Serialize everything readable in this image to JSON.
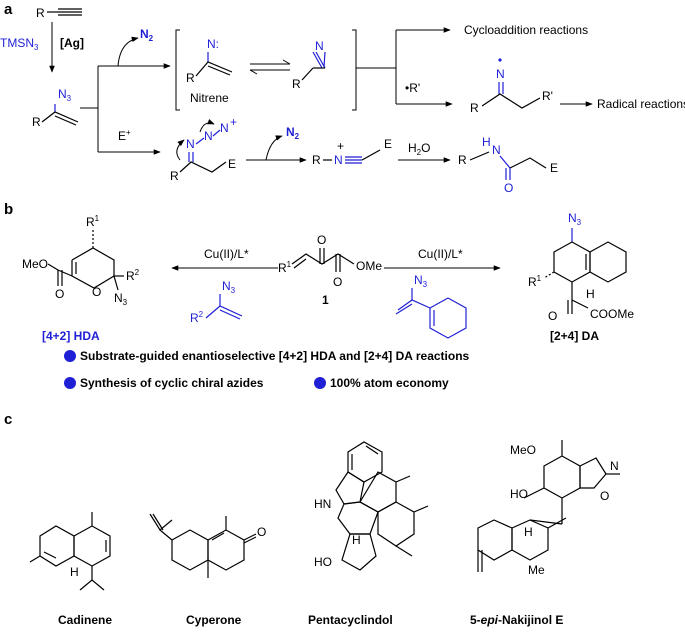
{
  "panel_a": {
    "label": "a",
    "alkyne_r": "R",
    "tmsn3": "TMSN",
    "tmsn3_sub": "3",
    "ag": "[Ag]",
    "vinyl_n3": "N",
    "vinyl_n3_sub": "3",
    "vinyl_r": "R",
    "n2_1": "N",
    "n2_1_sub": "2",
    "nitrene_n": "N:",
    "nitrene_r": "R",
    "nitrene_label": "Nitrene",
    "azirine_n": "N",
    "azirine_r": "R",
    "cycloaddition": "Cycloaddition reactions",
    "radical_rp": "•R'",
    "iminyl_n": "N",
    "iminyl_r": "R",
    "iminyl_rp": "R'",
    "radical_reactions": "Radical reactions",
    "eplus": "E",
    "eplus_sup": "+",
    "int_n": "N",
    "int_n2": "N",
    "int_n3": "N",
    "int_plus": "+",
    "int_r": "R",
    "int_e": "E",
    "n2_2": "N",
    "n2_2_sub": "2",
    "nitrilium_r": "R",
    "nitrilium_n": "N",
    "nitrilium_plus": "+",
    "nitrilium_e": "E",
    "h2o": "H",
    "h2o_sub": "2",
    "h2o_o": "O",
    "amide_h": "H",
    "amide_n": "N",
    "amide_r": "R",
    "amide_o": "O",
    "amide_e": "E"
  },
  "panel_b": {
    "label": "b",
    "left_r1": "R",
    "left_r1_sup": "1",
    "left_meo": "MeO",
    "left_o_ring": "O",
    "left_r2": "R",
    "left_r2_sup": "2",
    "left_n3": "N",
    "left_n3_sub": "3",
    "left_o_carbonyl": "O",
    "cond_left": "Cu(II)/L*",
    "reag_left_n3": "N",
    "reag_left_n3_sub": "3",
    "reag_left_r2": "R",
    "reag_left_r2_sup": "2",
    "center_r1": "R",
    "center_r1_sup": "1",
    "center_o1": "O",
    "center_ome": "OMe",
    "center_o2": "O",
    "center_num": "1",
    "cond_right": "Cu(II)/L*",
    "reag_right_n3": "N",
    "reag_right_n3_sub": "3",
    "right_n3": "N",
    "right_n3_sub": "3",
    "right_r1": "R",
    "right_r1_sup": "1",
    "right_h": "H",
    "right_o": "O",
    "right_coome": "COOMe",
    "hda": "[4+2] HDA",
    "da": "[2+4] DA",
    "bullets": [
      "Substrate-guided enantioselective [4+2] HDA and [2+4] DA reactions",
      "Synthesis of cyclic chiral azides",
      "100% atom economy"
    ]
  },
  "panel_c": {
    "label": "c",
    "pc_hn": "HN",
    "pc_ho": "HO",
    "pc_h": "H",
    "cad_h": "H",
    "nk_meo": "MeO",
    "nk_ho": "HO",
    "nk_n": "N",
    "nk_o": "O",
    "nk_me": "Me",
    "nk_h": "H",
    "names": [
      "Cadinene",
      "Cyperone",
      "Pentacyclindol",
      "5-",
      "epi",
      "-Nakijinol E"
    ]
  },
  "colors": {
    "blue": "#1f1fd6",
    "black": "#000000",
    "bullet": "#1f1fd6"
  }
}
